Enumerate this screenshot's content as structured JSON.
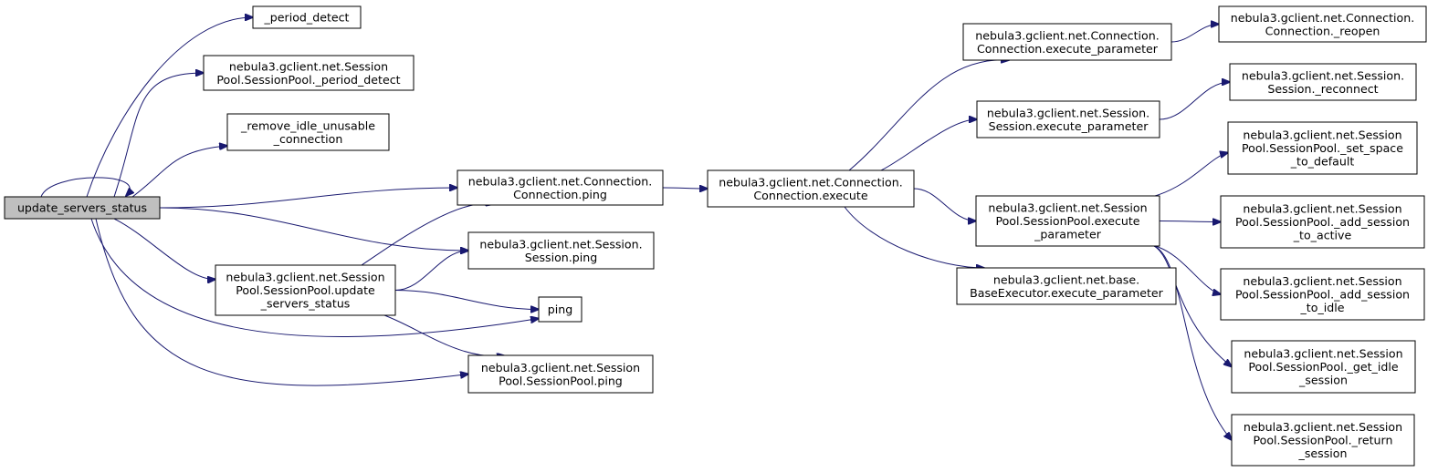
{
  "colors": {
    "edge": "#191970",
    "root_fill": "#bfbfbf",
    "node_fill": "#ffffff",
    "node_border": "#000000"
  },
  "nodes": {
    "update_servers_status": [
      "update_servers_status"
    ],
    "period_detect": [
      "_period_detect"
    ],
    "sp_period_detect": [
      "nebula3.gclient.net.Session",
      "Pool.SessionPool._period_detect"
    ],
    "remove_idle": [
      "_remove_idle_unusable",
      "_connection"
    ],
    "conn_ping": [
      "nebula3.gclient.net.Connection.",
      "Connection.ping"
    ],
    "sess_ping": [
      "nebula3.gclient.net.Session.",
      "Session.ping"
    ],
    "sp_update": [
      "nebula3.gclient.net.Session",
      "Pool.SessionPool.update",
      "_servers_status"
    ],
    "ping": [
      "ping"
    ],
    "sp_ping": [
      "nebula3.gclient.net.Session",
      "Pool.SessionPool.ping"
    ],
    "conn_execute": [
      "nebula3.gclient.net.Connection.",
      "Connection.execute"
    ],
    "conn_exec_param": [
      "nebula3.gclient.net.Connection.",
      "Connection.execute_parameter"
    ],
    "sess_exec_param": [
      "nebula3.gclient.net.Session.",
      "Session.execute_parameter"
    ],
    "sp_exec_param": [
      "nebula3.gclient.net.Session",
      "Pool.SessionPool.execute",
      "_parameter"
    ],
    "base_exec_param": [
      "nebula3.gclient.net.base.",
      "BaseExecutor.execute_parameter"
    ],
    "conn_reopen": [
      "nebula3.gclient.net.Connection.",
      "Connection._reopen"
    ],
    "sess_reconnect": [
      "nebula3.gclient.net.Session.",
      "Session._reconnect"
    ],
    "sp_set_space": [
      "nebula3.gclient.net.Session",
      "Pool.SessionPool._set_space",
      "_to_default"
    ],
    "sp_add_active": [
      "nebula3.gclient.net.Session",
      "Pool.SessionPool._add_session",
      "_to_active"
    ],
    "sp_add_idle": [
      "nebula3.gclient.net.Session",
      "Pool.SessionPool._add_session",
      "_to_idle"
    ],
    "sp_get_idle": [
      "nebula3.gclient.net.Session",
      "Pool.SessionPool._get_idle",
      "_session"
    ],
    "sp_return": [
      "nebula3.gclient.net.Session",
      "Pool.SessionPool._return",
      "_session"
    ]
  },
  "edges": [
    [
      "update_servers_status",
      "update_servers_status"
    ],
    [
      "update_servers_status",
      "period_detect"
    ],
    [
      "update_servers_status",
      "sp_period_detect"
    ],
    [
      "update_servers_status",
      "remove_idle"
    ],
    [
      "update_servers_status",
      "conn_ping"
    ],
    [
      "update_servers_status",
      "sess_ping"
    ],
    [
      "update_servers_status",
      "sp_update"
    ],
    [
      "update_servers_status",
      "ping"
    ],
    [
      "update_servers_status",
      "sp_ping"
    ],
    [
      "sp_update",
      "conn_ping"
    ],
    [
      "sp_update",
      "sess_ping"
    ],
    [
      "sp_update",
      "ping"
    ],
    [
      "sp_update",
      "sp_ping"
    ],
    [
      "conn_ping",
      "conn_execute"
    ],
    [
      "conn_execute",
      "conn_exec_param"
    ],
    [
      "conn_execute",
      "sess_exec_param"
    ],
    [
      "conn_execute",
      "sp_exec_param"
    ],
    [
      "conn_execute",
      "base_exec_param"
    ],
    [
      "conn_exec_param",
      "conn_reopen"
    ],
    [
      "sess_exec_param",
      "sess_reconnect"
    ],
    [
      "sp_exec_param",
      "sp_set_space"
    ],
    [
      "sp_exec_param",
      "sp_add_active"
    ],
    [
      "sp_exec_param",
      "sp_add_idle"
    ],
    [
      "sp_exec_param",
      "sp_get_idle"
    ],
    [
      "sp_exec_param",
      "sp_return"
    ]
  ]
}
